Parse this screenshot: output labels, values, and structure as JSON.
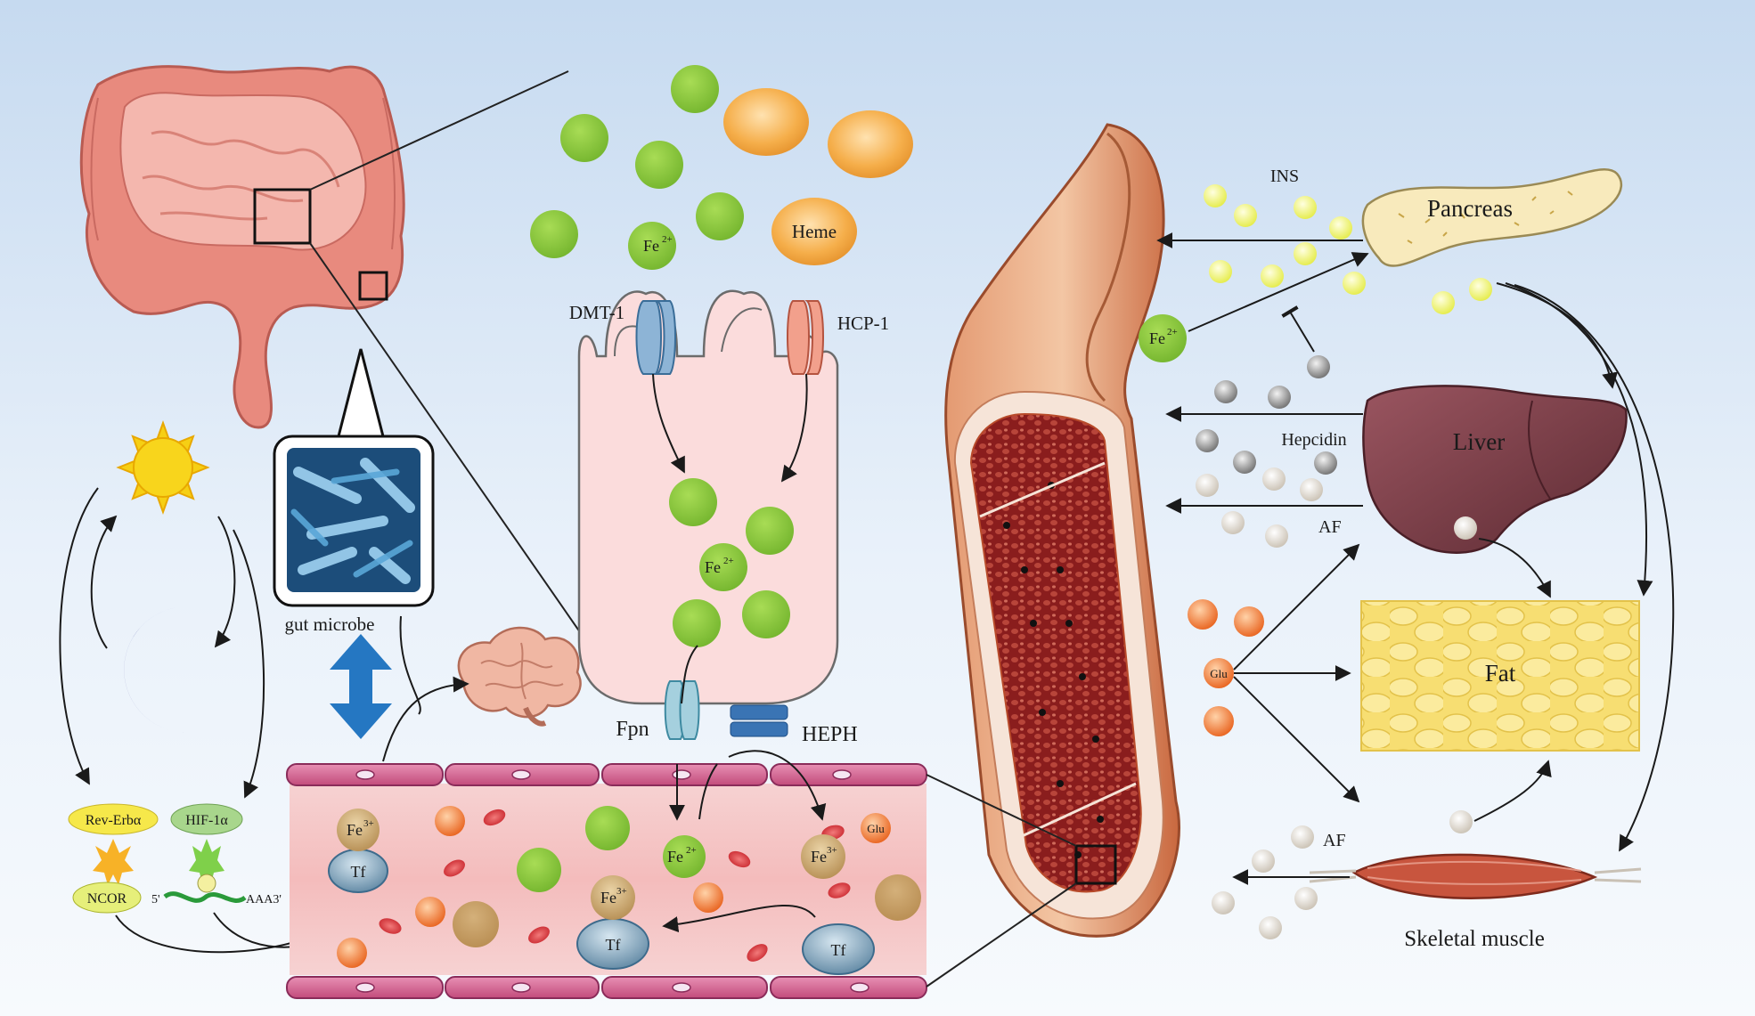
{
  "colors": {
    "bg_top": "#c9dcf1",
    "bg_bottom": "#f4f8fc",
    "iron": "#8cc63f",
    "heme": "#f0a340",
    "ins": "#eef25a",
    "hepcidin": "#8c8c8c",
    "af": "#d6cfc2",
    "glu": "#f07a2a",
    "tf": "#6e93ad",
    "fe3": "#c9a46a",
    "intestine": "#e57d74",
    "vessel": "#f2c1c1",
    "vessel_wall": "#c54d7e",
    "bone_marrow": "#8c1f1f",
    "liver": "#7a3d45",
    "pancreas": "#f8eabc",
    "fat": "#f8df6a",
    "muscle": "#c8553e",
    "brain": "#f0b7a3",
    "sun": "#f6cf14",
    "moon": "#2a2a8a",
    "double_arrow": "#2577c2"
  },
  "icons": [
    "intestine-icon",
    "sun-icon",
    "moon-icon",
    "brain-icon",
    "bacteria-icon",
    "bone-icon",
    "liver-icon",
    "pancreas-icon",
    "fat-tissue-icon",
    "skeletal-muscle-icon",
    "blood-vessel-icon",
    "enterocyte-icon"
  ],
  "labels": {
    "fe2_top": "Fe",
    "fe2_sup": "2+",
    "heme": "Heme",
    "dmt1": "DMT-1",
    "hcp1": "HCP-1",
    "fe2_cell": "Fe",
    "fe2_cell_sup": "2+",
    "fpn": "Fpn",
    "heph": "HEPH",
    "gut_microbe": "gut microbe",
    "rev_erb": "Rev-Erbα",
    "hif": "HIF-1α",
    "ncor": "NCOR",
    "five_prime": "5'",
    "aaa": "AAA3'",
    "fe3_a": "Fe",
    "fe3_a_sup": "3+",
    "tf_a": "Tf",
    "fe2_vessel": "Fe",
    "fe2_vessel_sup": "2+",
    "fe3_b": "Fe",
    "fe3_b_sup": "3+",
    "tf_b": "Tf",
    "fe3_c": "Fe",
    "fe3_c_sup": "3+",
    "tf_c": "Tf",
    "glu_vessel": "Glu",
    "ins": "INS",
    "pancreas": "Pancreas",
    "fe2_right": "Fe",
    "fe2_right_sup": "2+",
    "hepcidin": "Hepcidin",
    "liver": "Liver",
    "af_top": "AF",
    "glu_right": "Glu",
    "fat": "Fat",
    "af_bottom": "AF",
    "skeletal_muscle": "Skeletal muscle"
  }
}
